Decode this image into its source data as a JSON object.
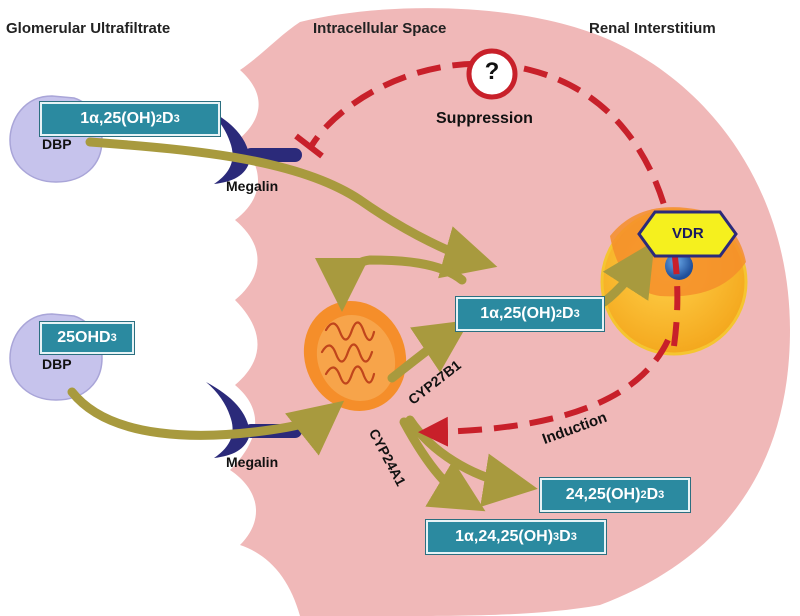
{
  "headers": {
    "left": "Glomerular Ultrafiltrate",
    "center": "Intracellular Space",
    "right": "Renal Interstitium"
  },
  "molecules": {
    "calcitriol_top": {
      "base": "1α,25(OH)",
      "sub1": "2",
      "mid": "D",
      "sub2": "3"
    },
    "calcidiol": {
      "base": "25OHD",
      "sub1": "3"
    },
    "calcitriol_cell": {
      "base": "1α,25(OH)",
      "sub1": "2",
      "mid": "D",
      "sub2": "3"
    },
    "metabolite_2425": {
      "base": "24,25(OH)",
      "sub1": "2",
      "mid": "D",
      "sub2": "3"
    },
    "metabolite_12425": {
      "base": "1α,24,25(OH)",
      "sub1": "3",
      "mid": "D",
      "sub2": "3"
    }
  },
  "labels": {
    "dbp_top": "DBP",
    "dbp_bottom": "DBP",
    "megalin_top": "Megalin",
    "megalin_bottom": "Megalin",
    "vdr": "VDR",
    "question": "?",
    "suppression": "Suppression",
    "induction": "Induction",
    "cyp27b1": "CYP27B1",
    "cyp24a1": "CYP24A1"
  },
  "colors": {
    "cell": "#f0b8b8",
    "arrow": "#a89a3e",
    "feedback": "#c8202a",
    "box": "#2b8aa0",
    "mitochondrion": "#f58e2a",
    "nucleus": "#f6b52a",
    "dbp": "#c6c3ec",
    "megalin": "#2b2a7a",
    "vdr": "#f5f01e"
  }
}
